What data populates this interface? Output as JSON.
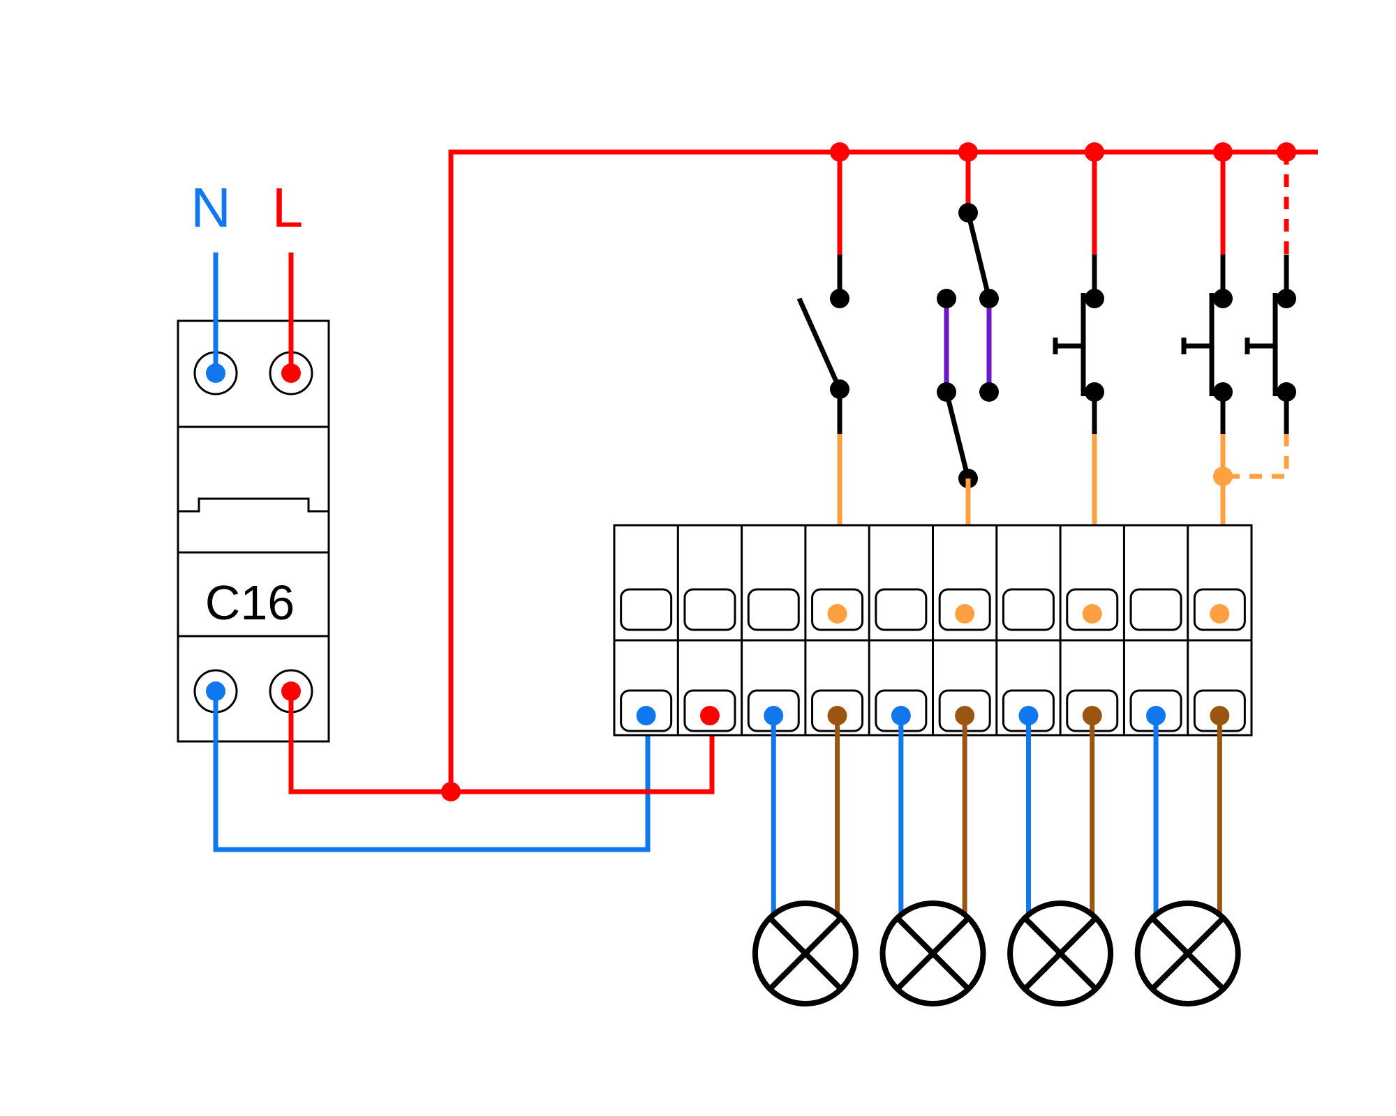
{
  "labels": {
    "neutral": "N",
    "line": "L",
    "breaker_rating": "C16"
  },
  "colors": {
    "neutral_wire": "#1177ee",
    "line_wire": "#ff0000",
    "switched_wire": "#ffa040",
    "lamp_wire": "#9a5510",
    "traveler_wire": "#6a18c8",
    "outline": "#000000",
    "background": "#ffffff"
  },
  "icons": {
    "breaker": "circuit-breaker-icon",
    "terminal_block": "terminal-block-icon",
    "single_pole_switch": "single-pole-switch-icon",
    "two_way_switch": "two-way-switch-icon",
    "push_button": "push-button-icon",
    "lamp": "lamp-icon"
  }
}
